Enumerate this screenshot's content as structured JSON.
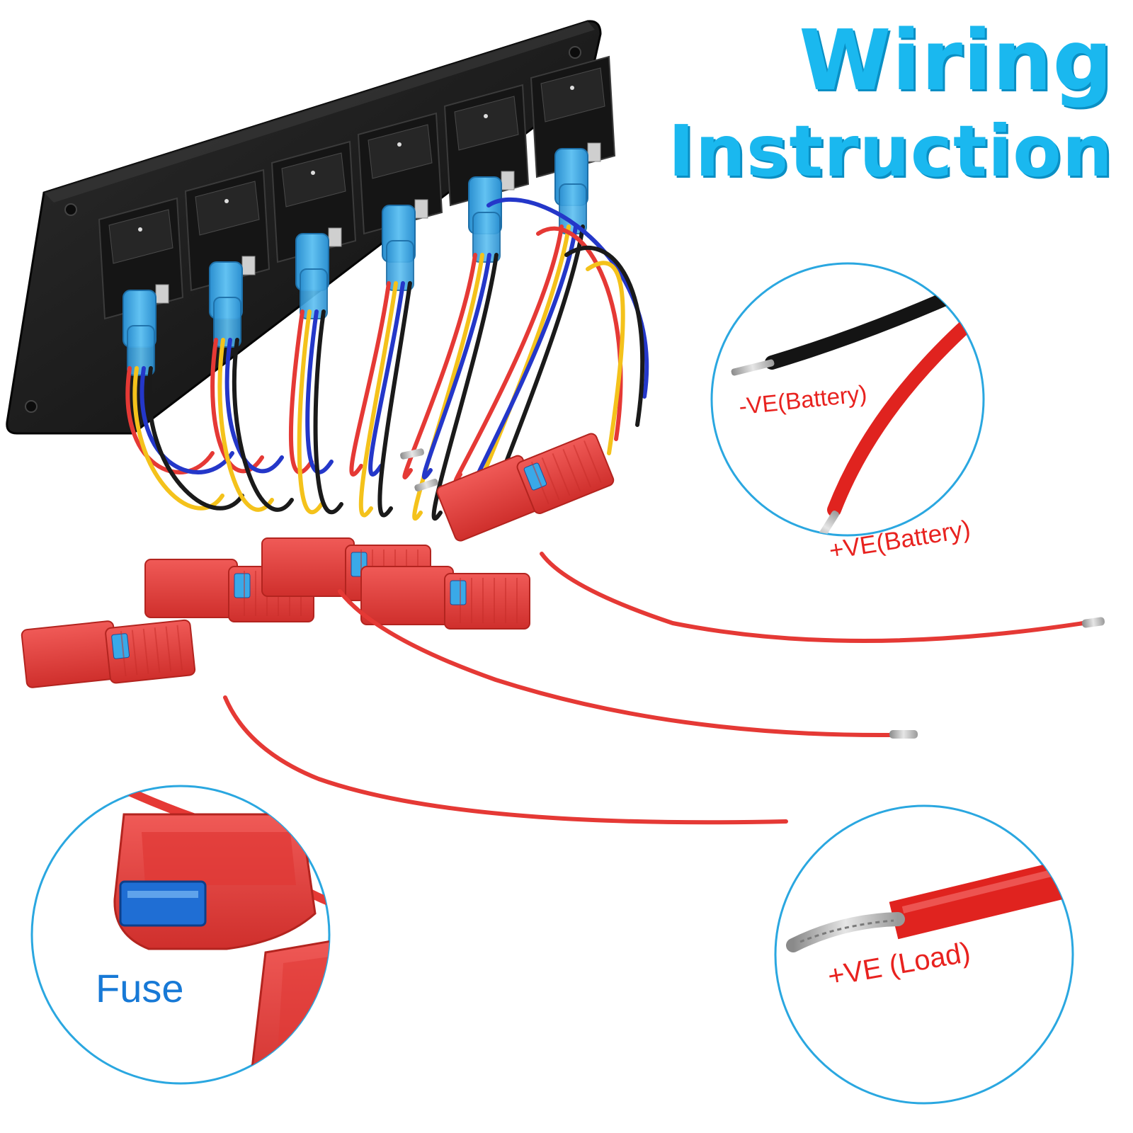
{
  "title": {
    "line1": "Wiring",
    "line2": "Instruction"
  },
  "callouts": {
    "negative_battery": "-VE(Battery)",
    "positive_battery": "+VE(Battery)",
    "fuse": "Fuse",
    "positive_load": "+VE (Load)"
  },
  "colors": {
    "title": "#1ab8ef",
    "title_shadow": "#0a8fc4",
    "callout_red_text": "#e8221f",
    "callout_blue_text": "#1779d6",
    "circle_outline": "#2aa7e0",
    "wire_red": "#e53935",
    "wire_black": "#1a1a1a",
    "wire_yellow": "#f4c21b",
    "wire_blue": "#2437c9",
    "connector_blue": "#3aa9e8",
    "fuse_holder_red": "#e8423f",
    "panel_black": "#1b1b1b"
  },
  "switch_count": 6,
  "fuse_holder_count": 5
}
